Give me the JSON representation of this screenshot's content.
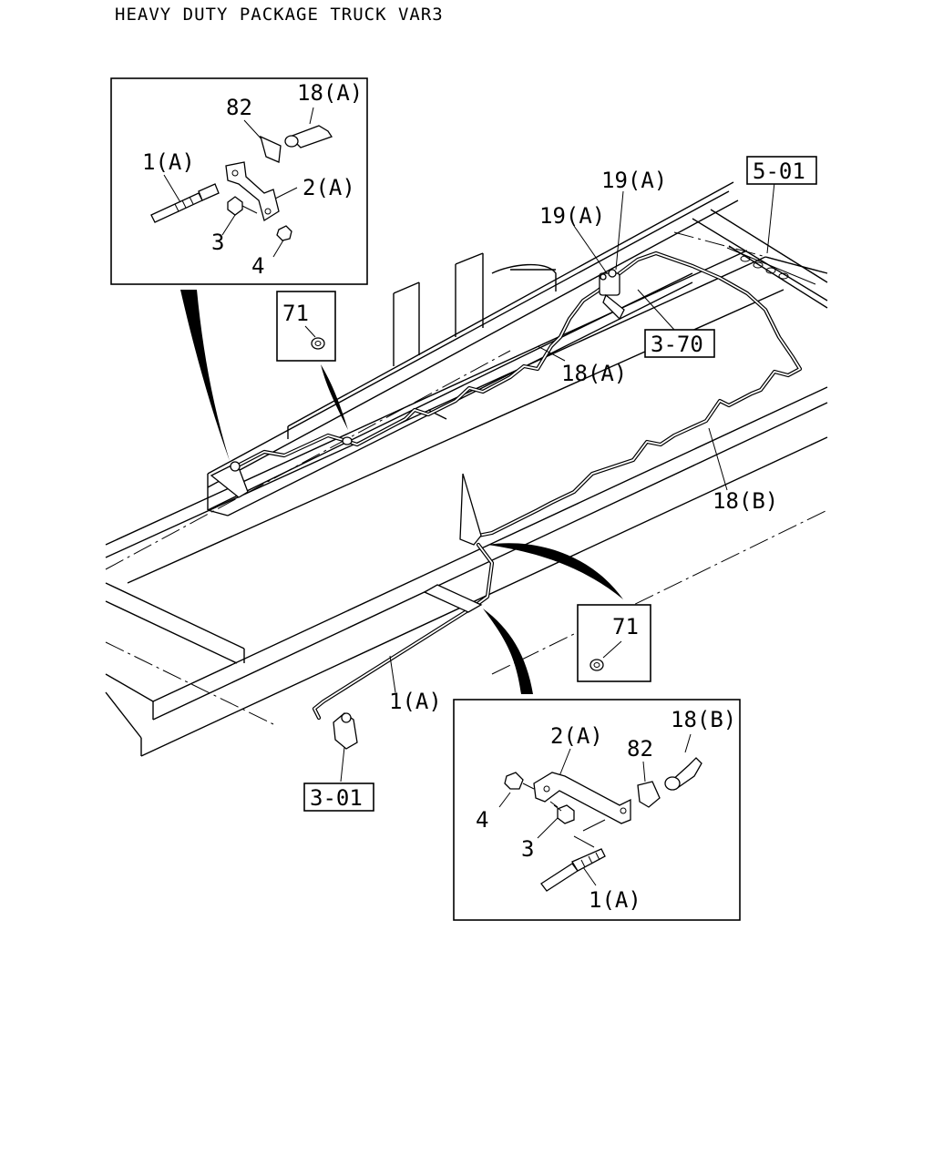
{
  "title": "HEAVY DUTY PACKAGE TRUCK VAR3",
  "callouts": {
    "top_left_detail": {
      "part_82": "82",
      "part_18a": "18(A)",
      "part_1a": "1(A)",
      "part_2a": "2(A)",
      "part_3": "3",
      "part_4": "4"
    },
    "main": {
      "part_71_top": "71",
      "part_19a_upper": "19(A)",
      "part_19a_lower": "19(A)",
      "ref_5_01": "5-01",
      "ref_3_70": "3-70",
      "part_18a": "18(A)",
      "part_18b": "18(B)",
      "part_71_bottom": "71",
      "part_1a": "1(A)",
      "ref_3_01": "3-01"
    },
    "bottom_right_detail": {
      "part_2a": "2(A)",
      "part_82": "82",
      "part_18b": "18(B)",
      "part_4": "4",
      "part_3": "3",
      "part_1a": "1(A)"
    }
  }
}
